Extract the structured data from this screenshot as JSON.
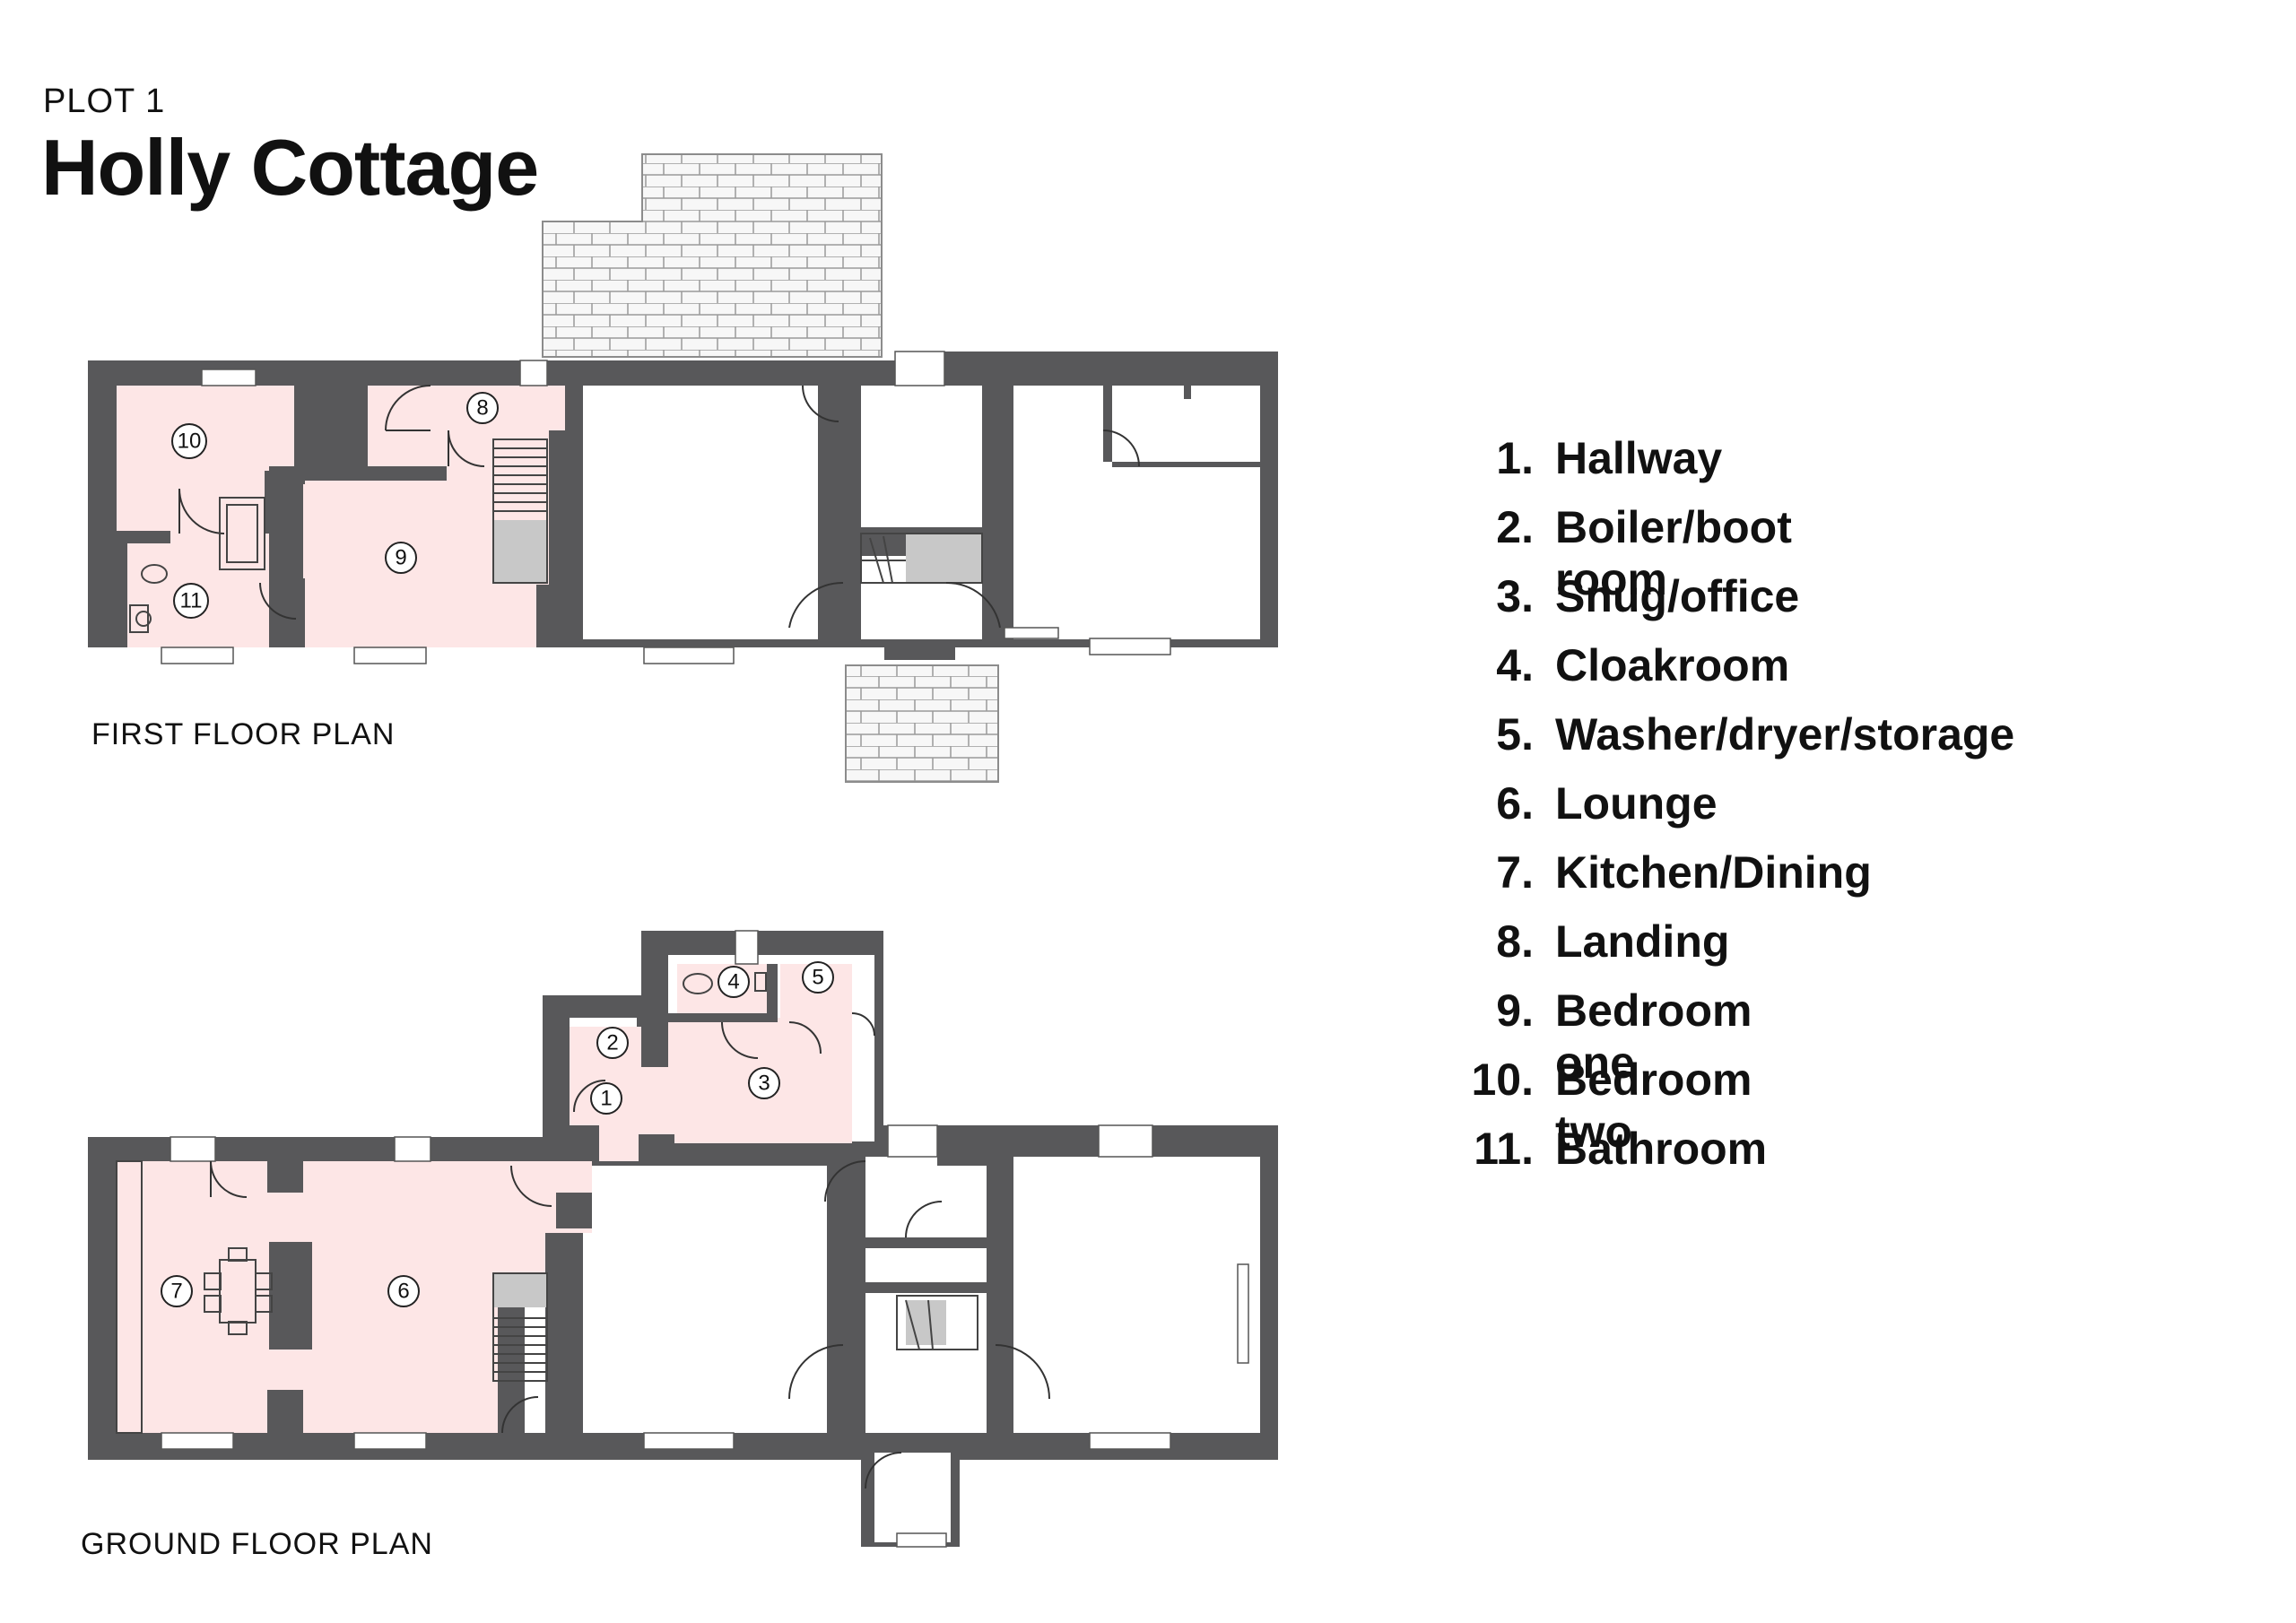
{
  "header": {
    "plot": "PLOT 1",
    "title": "Holly Cottage"
  },
  "plans": {
    "first_floor_caption": "FIRST FLOOR PLAN",
    "ground_floor_caption": "GROUND FLOOR PLAN",
    "first_floor_rooms": [
      "8",
      "9",
      "10",
      "11"
    ],
    "ground_floor_rooms": [
      "1",
      "2",
      "3",
      "4",
      "5",
      "6",
      "7"
    ]
  },
  "legend": [
    {
      "num": "1.",
      "name": "Hallway"
    },
    {
      "num": "2.",
      "name": "Boiler/boot room"
    },
    {
      "num": "3.",
      "name": "Snug/office"
    },
    {
      "num": "4.",
      "name": "Cloakroom"
    },
    {
      "num": "5.",
      "name": "Washer/dryer/storage"
    },
    {
      "num": "6.",
      "name": "Lounge"
    },
    {
      "num": "7.",
      "name": "Kitchen/Dining"
    },
    {
      "num": "8.",
      "name": "Landing"
    },
    {
      "num": "9.",
      "name": "Bedroom one"
    },
    {
      "num": "10.",
      "name": "Bedroom two"
    },
    {
      "num": "11.",
      "name": "Bathroom"
    }
  ],
  "colors": {
    "wall": "#58585a",
    "highlight_room": "#fde6e6",
    "stair": "#c8c8c8"
  }
}
